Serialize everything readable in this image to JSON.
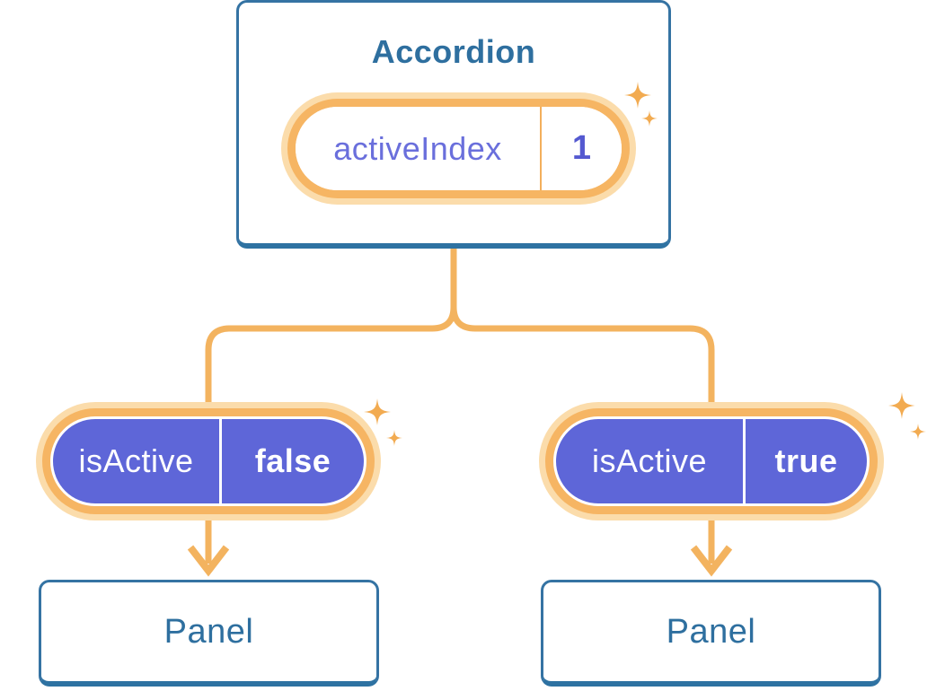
{
  "diagram": {
    "root": {
      "title": "Accordion",
      "state": {
        "name": "activeIndex",
        "value": "1"
      }
    },
    "branches": [
      {
        "prop": {
          "name": "isActive",
          "value": "false"
        },
        "panel": "Panel"
      },
      {
        "prop": {
          "name": "isActive",
          "value": "true"
        },
        "panel": "Panel"
      }
    ],
    "icons": {
      "sparkle": "four-point-star-sparkle"
    },
    "colors": {
      "card_border_blue": "#3573A3",
      "card_border_bottom_blue": "#2E72A2",
      "heading_blue": "#2E6F9F",
      "connector_orange": "#F3B35F",
      "pill_ring_orange": "#F6B563",
      "pill_halo_orange": "#FBDCAB",
      "pill_purple": "#5E66D8",
      "state_text_purple": "#6A6FDC",
      "state_value_purple": "#5459D0",
      "sparkle_orange": "#F2AB51",
      "background": "#FFFFFF"
    }
  }
}
